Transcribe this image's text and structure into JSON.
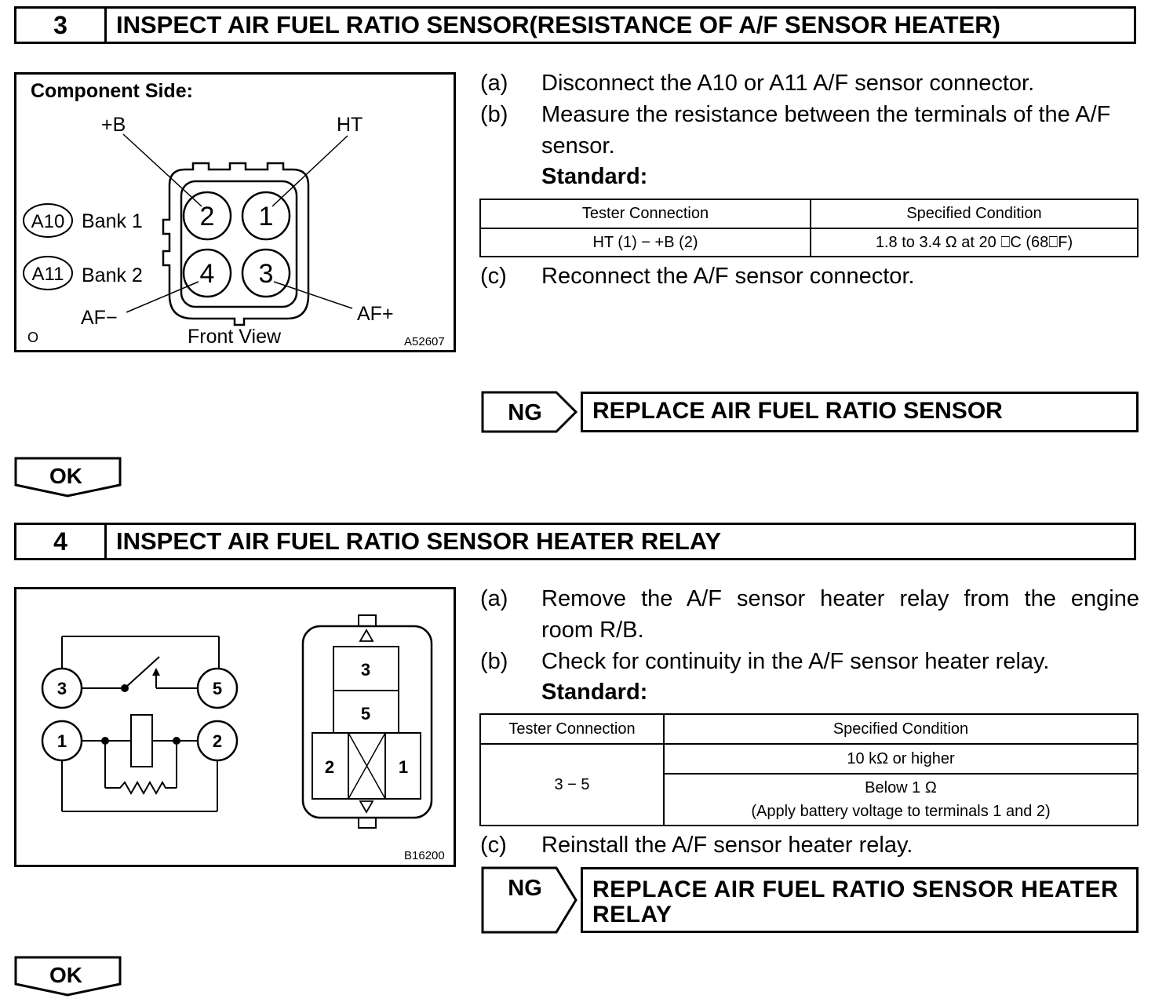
{
  "step3": {
    "number": "3",
    "title": "INSPECT AIR FUEL RATIO SENSOR(RESISTANCE OF A/F SENSOR HEATER)",
    "figure": {
      "component_side": "Component Side:",
      "label_plusB": "+B",
      "label_HT": "HT",
      "label_AFminus": "AF−",
      "label_AFplus": "AF+",
      "a10": "A10",
      "bank1": "Bank 1",
      "a11": "A11",
      "bank2": "Bank 2",
      "pin2": "2",
      "pin1": "1",
      "pin4": "4",
      "pin3": "3",
      "front_view": "Front View",
      "corner_o": "O",
      "fig_id": "A52607"
    },
    "steps": [
      {
        "label": "(a)",
        "text": "Disconnect the A10 or A11 A/F sensor connector."
      },
      {
        "label": "(b)",
        "text": "Measure the resistance between the terminals of the A/F",
        "text2": "sensor."
      },
      {
        "label": "(c)",
        "text": "Reconnect the A/F sensor connector."
      }
    ],
    "standard_label": "Standard:",
    "table": {
      "headers": [
        "Tester Connection",
        "Specified Condition"
      ],
      "rows": [
        [
          "HT (1) − +B (2)",
          "1.8 to 3.4 Ω at 20 ⎕C (68⎕F)"
        ]
      ]
    },
    "ng_label": "NG",
    "ng_action": "REPLACE AIR FUEL RATIO SENSOR",
    "ok_label": "OK"
  },
  "step4": {
    "number": "4",
    "title": "INSPECT AIR FUEL RATIO SENSOR HEATER RELAY",
    "figure": {
      "t3": "3",
      "t5": "5",
      "t1": "1",
      "t2": "2",
      "r3": "3",
      "r5": "5",
      "r2": "2",
      "r1": "1",
      "fig_id": "B16200"
    },
    "steps": [
      {
        "label": "(a)",
        "text": "Remove the A/F sensor heater relay from the engine",
        "text2": "room R/B."
      },
      {
        "label": "(b)",
        "text": "Check for continuity in the A/F sensor heater relay."
      },
      {
        "label": "(c)",
        "text": "Reinstall the A/F sensor heater relay."
      }
    ],
    "standard_label": "Standard:",
    "table": {
      "headers": [
        "Tester Connection",
        "Specified Condition"
      ],
      "connection": "3 − 5",
      "cond1": "10 kΩ or higher",
      "cond2": "Below 1 Ω",
      "cond2_note": "(Apply battery voltage to terminals 1 and 2)"
    },
    "ng_label": "NG",
    "ng_action_line1": "REPLACE AIR FUEL RATIO SENSOR HEATER",
    "ng_action_line2": "RELAY",
    "ok_label": "OK"
  }
}
